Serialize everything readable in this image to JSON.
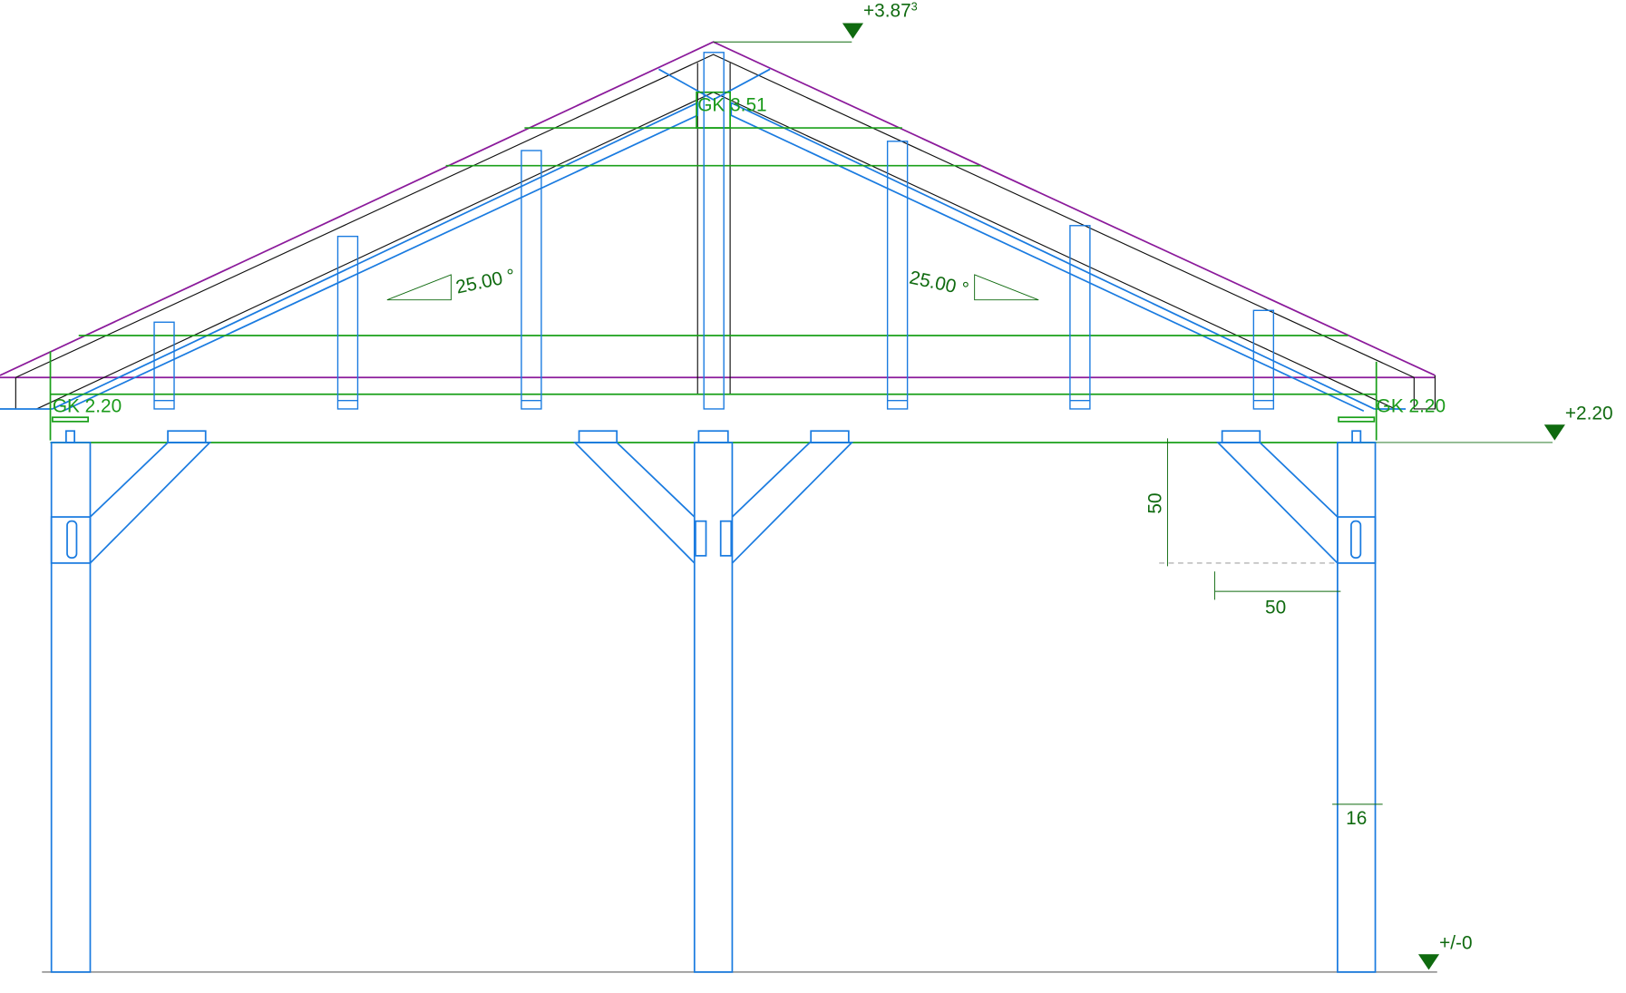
{
  "colors": {
    "timber": "#1a7be0",
    "level": "#1aa01a",
    "roof": "#8b1a9b",
    "outline": "#111111",
    "dimension": "#0f6a0f",
    "ground": "#999999"
  },
  "elevations": {
    "ridge": "+3.87",
    "ridge_sup": "3",
    "eaves": "+2.20",
    "ground": "+/-0"
  },
  "gk_labels": {
    "top": "GK",
    "top_value": "3.51",
    "left": "GK",
    "left_value": "2.20",
    "right": "GK",
    "right_value": "2.20"
  },
  "angles": {
    "left": "25.00",
    "right": "25.00",
    "degree_sign": "°"
  },
  "dimensions": {
    "brace_vertical": "50",
    "brace_horizontal": "50",
    "post_width": "16"
  }
}
